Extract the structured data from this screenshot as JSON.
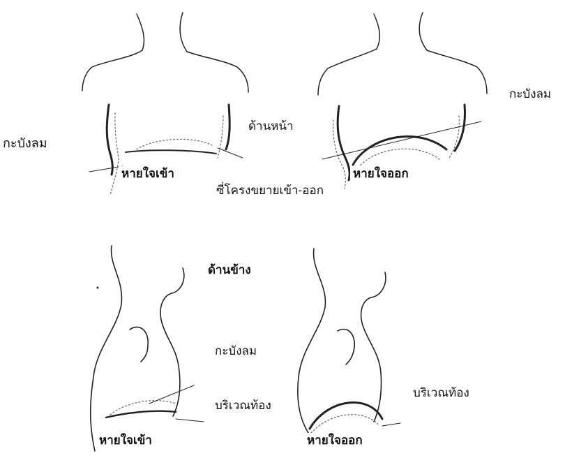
{
  "labels": {
    "front_diaphragm_left": "กะบังลม",
    "front_diaphragm_right": "กะบังลม",
    "front_view": "ด้านหน้า",
    "front_inhale": "หายใจเข้า",
    "front_exhale": "หายใจออก",
    "ribs_motion": "ซี่โครงขยายเข้า-ออก",
    "side_view": "ด้านข้าง",
    "side_diaphragm": "กะบังลม",
    "side_abdomen_left": "บริเวณท้อง",
    "side_abdomen_right": "บริเวณท้อง",
    "side_inhale": "หายใจเข้า",
    "side_exhale": "หายใจออก"
  },
  "colors": {
    "line": "#222222",
    "dotted": "#666666",
    "background": "#ffffff"
  }
}
